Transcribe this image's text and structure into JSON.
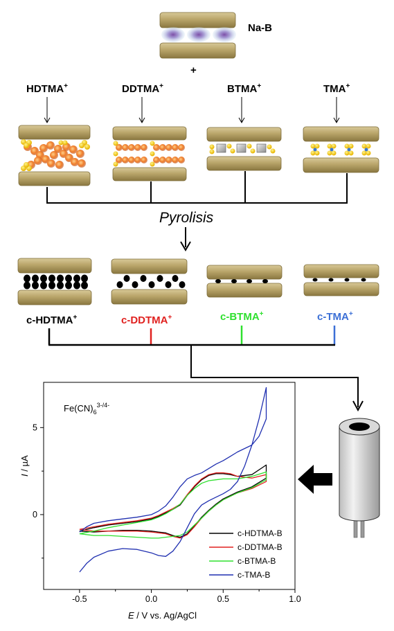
{
  "diagram": {
    "source": {
      "label": "Na-B"
    },
    "plus": "+",
    "surfactants": [
      {
        "name": "HDTMA",
        "charge": "+"
      },
      {
        "name": "DDTMA",
        "charge": "+"
      },
      {
        "name": "BTMA",
        "charge": "+"
      },
      {
        "name": "TMA",
        "charge": "+"
      }
    ],
    "process": "Pyrolisis",
    "products": [
      {
        "name": "c-HDTMA",
        "charge": "+",
        "color": "#000000"
      },
      {
        "name": "c-DDTMA",
        "charge": "+",
        "color": "#e0211f"
      },
      {
        "name": "c-BTMA",
        "charge": "+",
        "color": "#2ee02e"
      },
      {
        "name": "c-TMA",
        "charge": "+",
        "color": "#3b6fd6"
      }
    ]
  },
  "chart_data": {
    "type": "line",
    "annotation": {
      "base": "Fe(CN)",
      "sub": "6",
      "sup": "3-/4-"
    },
    "xlabel": {
      "var": "E",
      "rest": " / V vs. Ag/AgCl"
    },
    "ylabel": {
      "var": "I",
      "rest": " / µA"
    },
    "xlim": [
      -0.75,
      1.0
    ],
    "ylim": [
      -4.3,
      7.6
    ],
    "xticks": [
      -0.5,
      0.0,
      0.5,
      1.0
    ],
    "xtick_labels": [
      "-0.5",
      "0.0",
      "0.5",
      "1.0"
    ],
    "yticks": [
      0,
      5
    ],
    "ytick_labels": [
      "0",
      "5"
    ],
    "legend_position": "bottom-right",
    "series": [
      {
        "name": "c-HDTMA-B",
        "color": "#000000",
        "x": [
          -0.5,
          -0.4,
          -0.3,
          -0.2,
          -0.1,
          0,
          0.05,
          0.1,
          0.15,
          0.2,
          0.25,
          0.3,
          0.35,
          0.4,
          0.45,
          0.5,
          0.55,
          0.6,
          0.7,
          0.8,
          0.8,
          0.7,
          0.6,
          0.5,
          0.45,
          0.4,
          0.35,
          0.3,
          0.25,
          0.2,
          0.15,
          0.1,
          0.05,
          0,
          -0.1,
          -0.2,
          -0.3,
          -0.4,
          -0.5
        ],
        "y": [
          -0.95,
          -0.75,
          -0.6,
          -0.5,
          -0.4,
          -0.25,
          -0.1,
          0.1,
          0.3,
          0.55,
          1.1,
          1.6,
          2.0,
          2.25,
          2.35,
          2.35,
          2.3,
          2.2,
          2.3,
          2.85,
          2.1,
          1.6,
          1.3,
          0.9,
          0.6,
          0.25,
          -0.15,
          -0.65,
          -1.1,
          -1.3,
          -1.2,
          -1.05,
          -1.0,
          -0.95,
          -0.9,
          -0.9,
          -0.95,
          -1.0,
          -0.95
        ]
      },
      {
        "name": "c-DDTMA-B",
        "color": "#e0211f",
        "x": [
          -0.5,
          -0.4,
          -0.3,
          -0.2,
          -0.1,
          0,
          0.05,
          0.1,
          0.15,
          0.2,
          0.25,
          0.3,
          0.35,
          0.4,
          0.45,
          0.5,
          0.55,
          0.6,
          0.7,
          0.8,
          0.8,
          0.7,
          0.6,
          0.5,
          0.45,
          0.4,
          0.35,
          0.3,
          0.25,
          0.2,
          0.15,
          0.1,
          0.05,
          0,
          -0.1,
          -0.2,
          -0.3,
          -0.4,
          -0.5
        ],
        "y": [
          -0.85,
          -0.7,
          -0.55,
          -0.45,
          -0.35,
          -0.2,
          -0.05,
          0.15,
          0.35,
          0.6,
          1.15,
          1.65,
          2.05,
          2.3,
          2.4,
          2.4,
          2.35,
          2.2,
          2.1,
          2.3,
          1.9,
          1.5,
          1.25,
          0.85,
          0.55,
          0.2,
          -0.2,
          -0.7,
          -1.15,
          -1.35,
          -1.25,
          -1.1,
          -1.05,
          -1.0,
          -0.95,
          -0.95,
          -0.95,
          -0.95,
          -0.85
        ]
      },
      {
        "name": "c-BTMA-B",
        "color": "#2ee02e",
        "x": [
          -0.5,
          -0.4,
          -0.3,
          -0.2,
          -0.1,
          0,
          0.05,
          0.1,
          0.15,
          0.2,
          0.25,
          0.3,
          0.35,
          0.4,
          0.45,
          0.5,
          0.55,
          0.6,
          0.7,
          0.8,
          0.8,
          0.7,
          0.6,
          0.5,
          0.45,
          0.4,
          0.35,
          0.3,
          0.25,
          0.2,
          0.15,
          0.1,
          0.05,
          0,
          -0.1,
          -0.2,
          -0.3,
          -0.4,
          -0.5
        ],
        "y": [
          -1.1,
          -0.95,
          -0.75,
          -0.6,
          -0.45,
          -0.3,
          -0.15,
          0.05,
          0.3,
          0.6,
          1.1,
          1.5,
          1.8,
          1.95,
          2.0,
          2.05,
          2.05,
          2.05,
          2.2,
          2.45,
          2.0,
          1.55,
          1.25,
          0.85,
          0.55,
          0.2,
          -0.2,
          -0.6,
          -1.0,
          -1.2,
          -1.25,
          -1.3,
          -1.35,
          -1.35,
          -1.3,
          -1.25,
          -1.2,
          -1.2,
          -1.1
        ]
      },
      {
        "name": "c-TMA-B",
        "color": "#1f2fb0",
        "x": [
          -0.5,
          -0.45,
          -0.4,
          -0.3,
          -0.2,
          -0.1,
          0,
          0.05,
          0.1,
          0.15,
          0.2,
          0.25,
          0.3,
          0.35,
          0.4,
          0.45,
          0.5,
          0.55,
          0.6,
          0.65,
          0.7,
          0.75,
          0.8,
          0.8,
          0.75,
          0.7,
          0.65,
          0.6,
          0.55,
          0.5,
          0.45,
          0.4,
          0.35,
          0.3,
          0.25,
          0.2,
          0.15,
          0.1,
          0.05,
          0,
          -0.1,
          -0.2,
          -0.3,
          -0.4,
          -0.45,
          -0.5
        ],
        "y": [
          -3.3,
          -2.8,
          -2.45,
          -2.1,
          -1.95,
          -2.0,
          -2.2,
          -2.35,
          -2.4,
          -2.1,
          -1.55,
          -0.75,
          0.05,
          0.55,
          0.8,
          1.0,
          1.2,
          1.45,
          1.9,
          2.8,
          4.0,
          5.5,
          7.3,
          5.5,
          4.5,
          4.0,
          3.8,
          3.6,
          3.35,
          3.1,
          2.9,
          2.65,
          2.4,
          2.25,
          2.05,
          1.6,
          1.0,
          0.5,
          0.2,
          0.0,
          -0.15,
          -0.25,
          -0.35,
          -0.5,
          -0.7,
          -1.0
        ]
      }
    ]
  }
}
